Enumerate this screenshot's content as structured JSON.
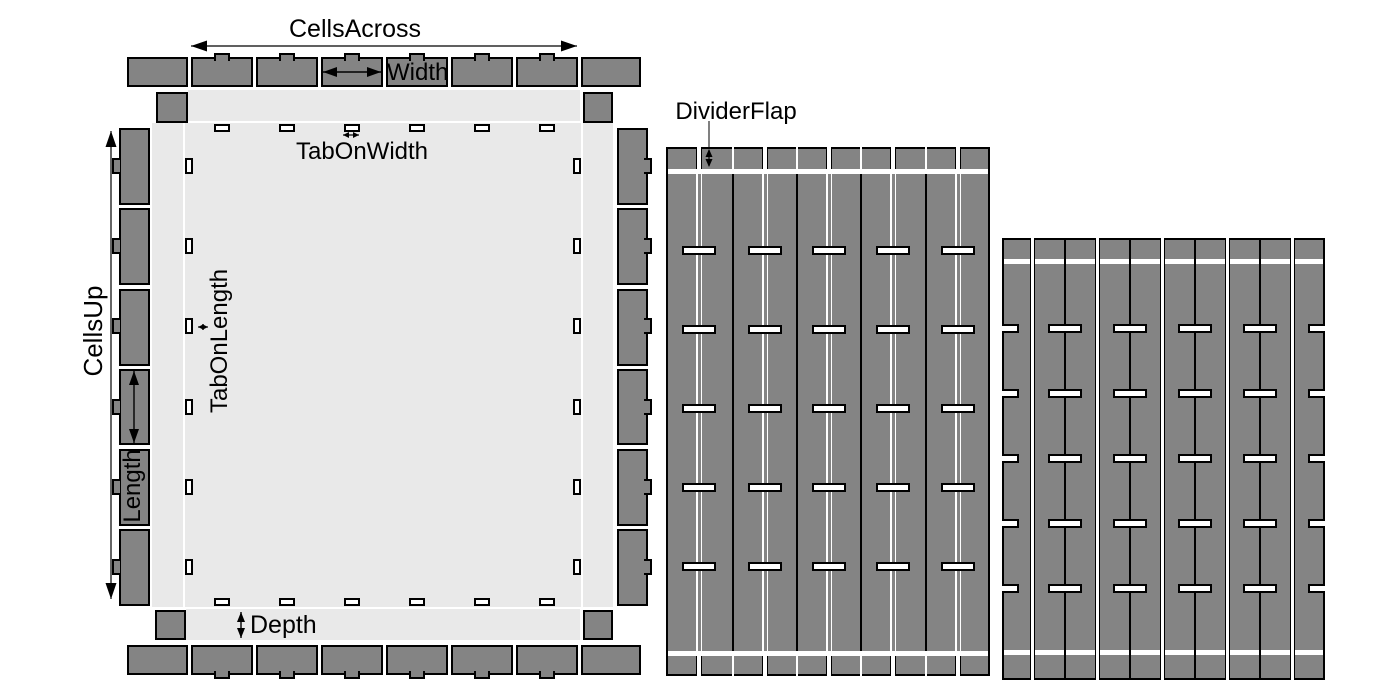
{
  "diagram": {
    "type": "divider-tray-cut-layout",
    "labels": {
      "cells_across": "CellsAcross",
      "width": "Width",
      "tab_on_width": "TabOnWidth",
      "cells_up": "CellsUp",
      "tab_on_length": "TabOnLength",
      "length": "Length",
      "depth": "Depth",
      "divider_flap": "DividerFlap"
    },
    "colors": {
      "piece_fill_dark": "#848484",
      "piece_fill_light": "#e9e9e9",
      "outline": "#000000",
      "cut_gap": "#ffffff",
      "annotation": "#000000"
    },
    "tray": {
      "slot_columns": 6,
      "slot_rows": 6,
      "top_flaps": 8,
      "bottom_flaps": 8,
      "left_flaps": 6,
      "right_flaps": 6
    },
    "divider_panel_a": {
      "strips": 5,
      "slot_rows": 5,
      "has_top_flaps": true,
      "has_bottom_flaps": true
    },
    "divider_panel_b": {
      "strips": 5,
      "slot_rows": 5,
      "has_top_flaps": true,
      "has_bottom_flaps": true
    }
  }
}
